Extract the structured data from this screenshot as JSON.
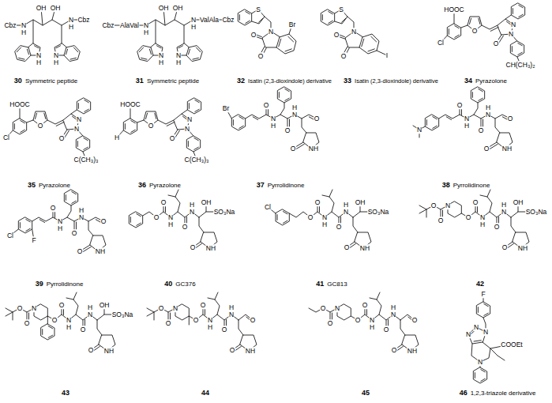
{
  "diagram": {
    "labels": [
      "Cbz",
      "N",
      "H",
      "OH",
      "OH",
      "N",
      "H",
      "Cbz",
      "N",
      "H",
      "N",
      "H",
      "30",
      "Symmetric peptide",
      "Cbz",
      "AlaVal",
      "N",
      "H",
      "OH",
      "OH",
      "N",
      "H",
      "ValAla",
      "Cbz",
      "N",
      "H",
      "N",
      "H",
      "31",
      "Symmetric peptide",
      "S",
      "N",
      "O",
      "O",
      "Br",
      "32",
      "Isatin (2,3-dioxindole) derivative",
      "S",
      "N",
      "O",
      "O",
      "I",
      "33",
      "Isatin (2,3-dioxindole) derivative",
      "HOOC",
      "Cl",
      "O",
      "N",
      "N",
      "O",
      "CH(CH₃)₂",
      "34",
      "Pyrazolone",
      "HOOC",
      "Cl",
      "O",
      "N",
      "N",
      "O",
      "C(CH₃)₃",
      "35",
      "Pyrazolone",
      "HOOC",
      "H",
      "O",
      "N",
      "N",
      "O",
      "C(CH₃)₃",
      "36",
      "Pyrazolone",
      "Br",
      "O",
      "N",
      "H",
      "O",
      "N",
      "H",
      "O",
      "O",
      "NH",
      "37",
      "Pyrrolidinone",
      "N",
      "O",
      "N",
      "H",
      "O",
      "N",
      "H",
      "O",
      "O",
      "NH",
      "38",
      "Pyrrolidinone",
      "Cl",
      "F",
      "O",
      "N",
      "H",
      "O",
      "N",
      "H",
      "O",
      "O",
      "NH",
      "39",
      "Pyrrolidinone",
      "O",
      "O",
      "N",
      "H",
      "O",
      "N",
      "H",
      "O",
      "NH",
      "OH",
      "SO₃Na",
      "40",
      "GC376",
      "Cl",
      "O",
      "O",
      "N",
      "H",
      "O",
      "N",
      "H",
      "O",
      "NH",
      "OH",
      "SO₃Na",
      "41",
      "GC813",
      "O",
      "O",
      "N",
      "O",
      "O",
      "N",
      "H",
      "O",
      "N",
      "H",
      "O",
      "NH",
      "OH",
      "SO₃Na",
      "42",
      "O",
      "O",
      "N",
      "O",
      "O",
      "N",
      "H",
      "O",
      "N",
      "H",
      "O",
      "NH",
      "OH",
      "SO₃Na",
      "43",
      "O",
      "O",
      "N",
      "O",
      "O",
      "N",
      "H",
      "O",
      "N",
      "H",
      "O",
      "NH",
      "O",
      "44",
      "O",
      "O",
      "N",
      "O",
      "O",
      "N",
      "H",
      "O",
      "N",
      "H",
      "O",
      "NH",
      "O",
      "45",
      "F",
      "N",
      "N",
      "N",
      "COOEt",
      "N",
      "46",
      "1,2,3-triazole derivative"
    ]
  }
}
